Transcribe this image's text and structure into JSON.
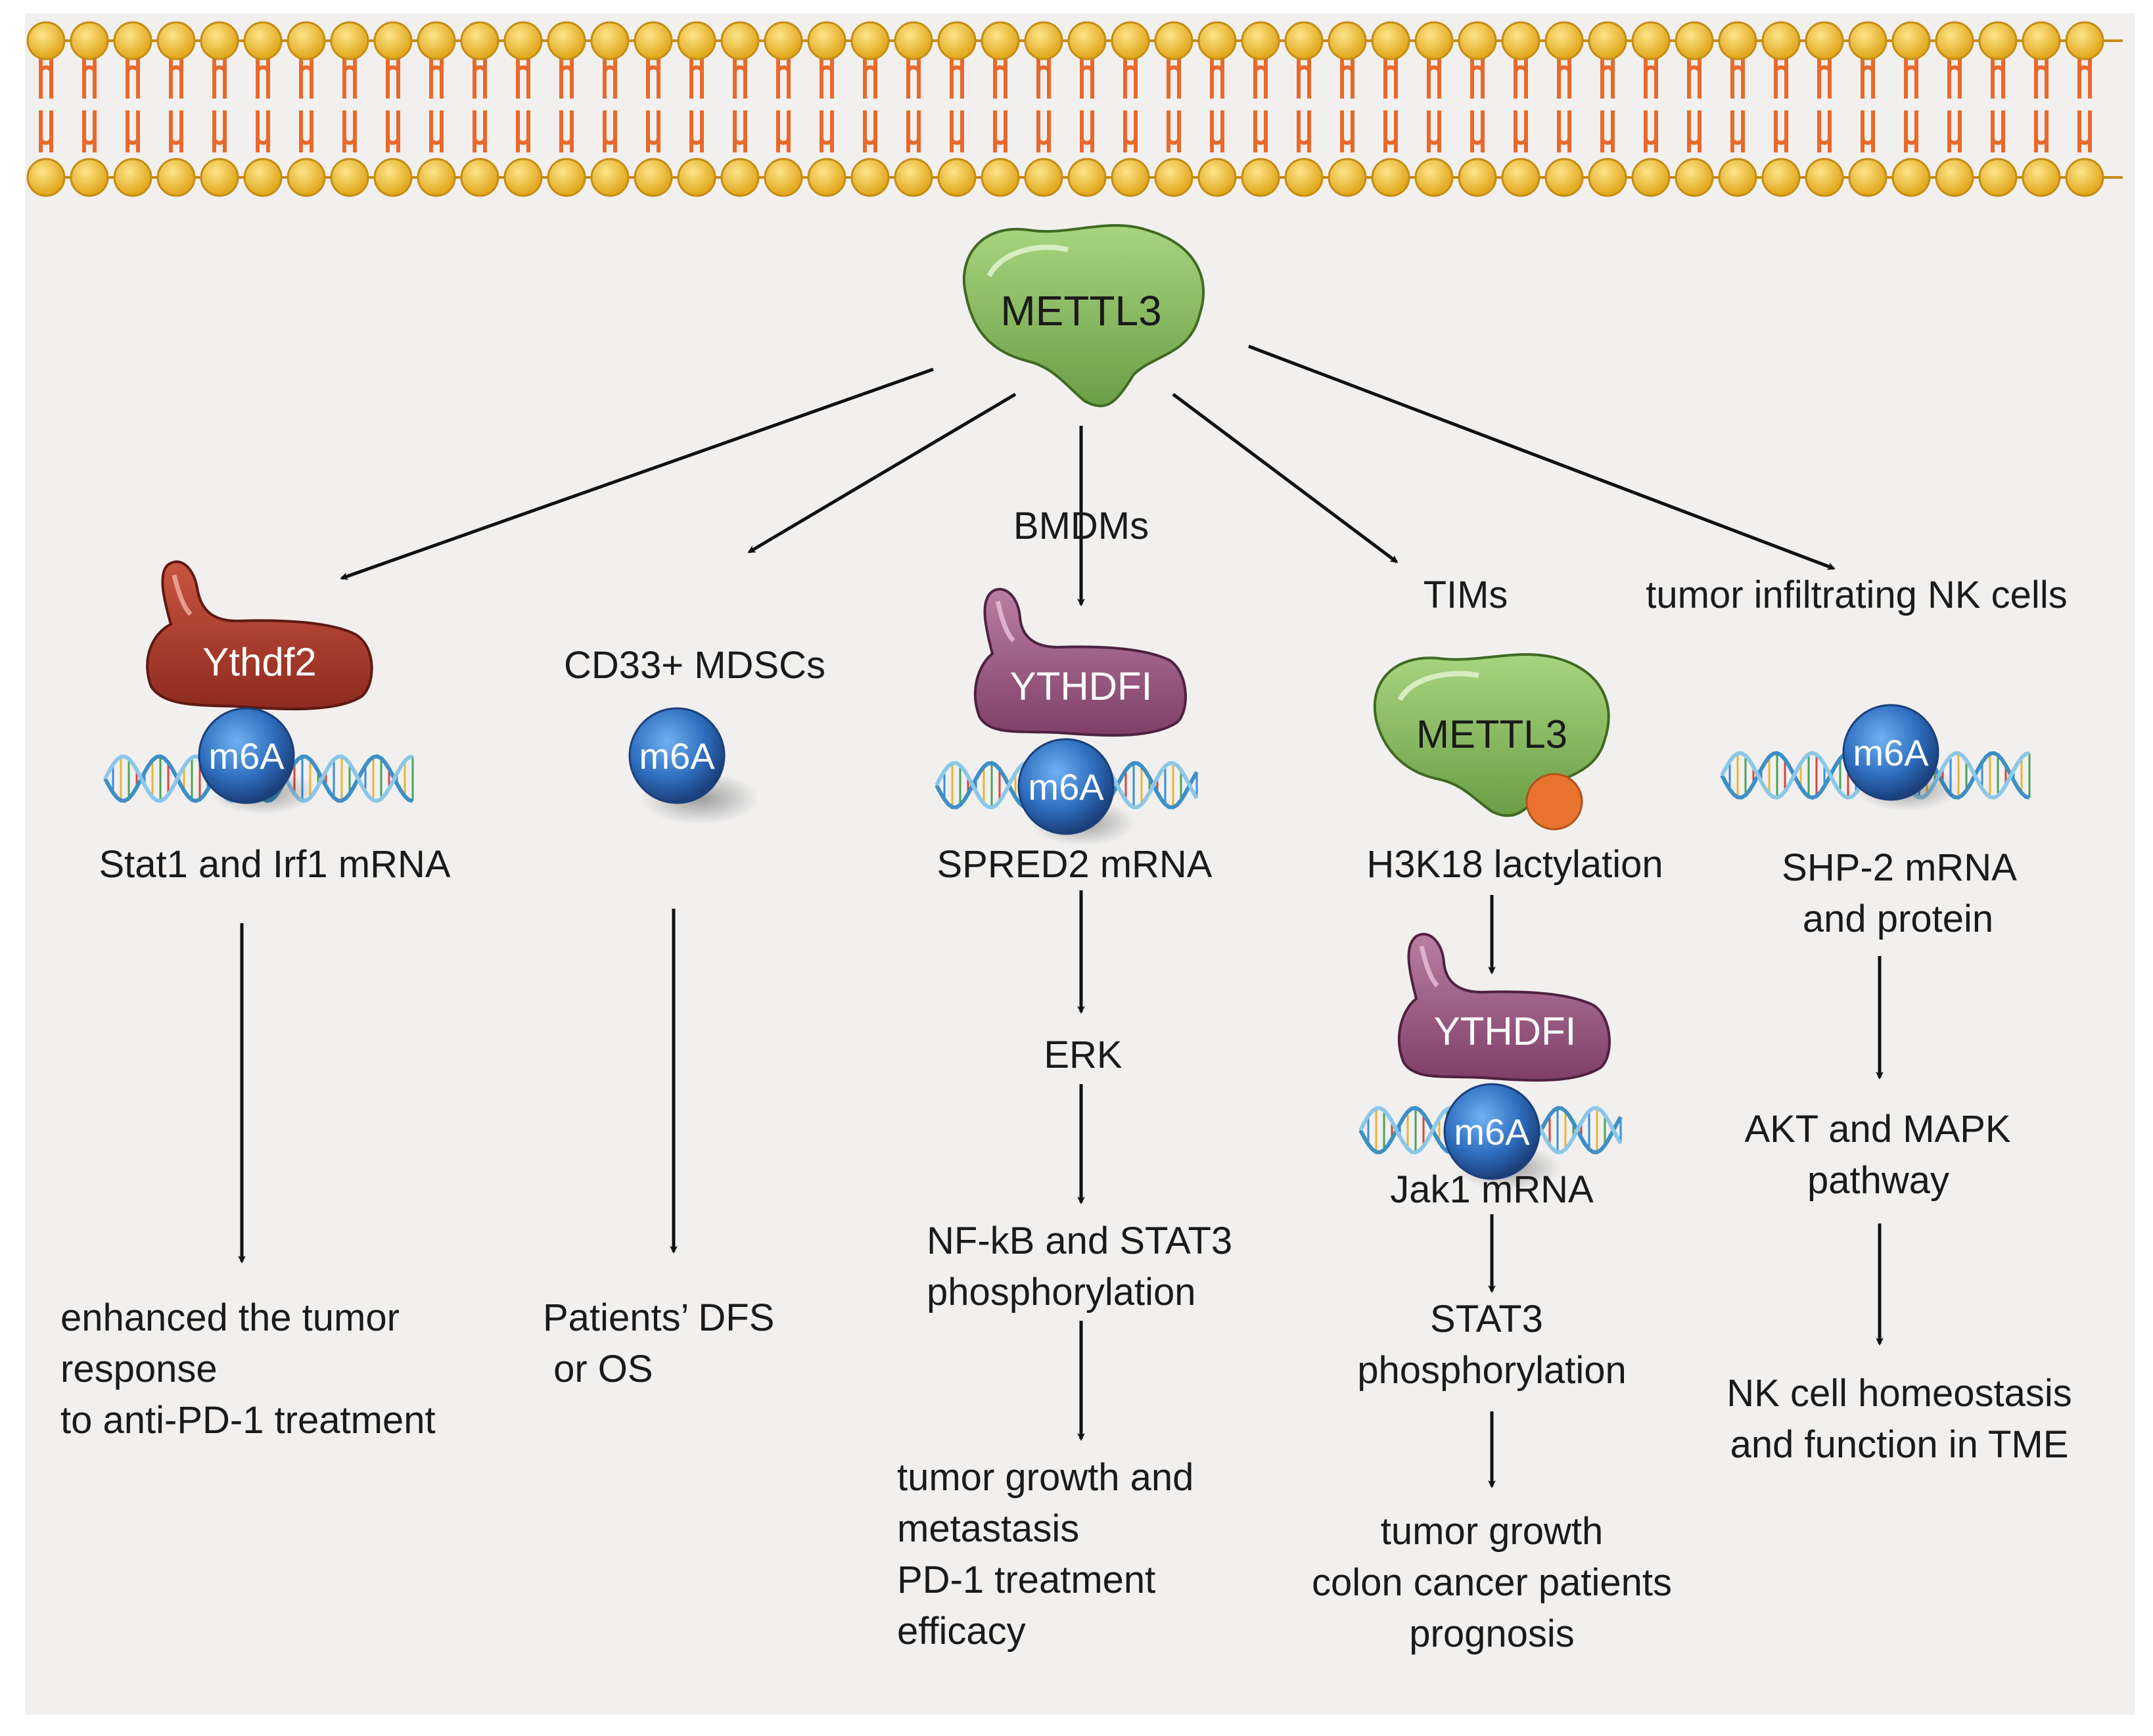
{
  "top": {
    "protein": "METTL3",
    "col2_context": "BMDMs"
  },
  "col1": {
    "protein": "Ythdf2",
    "mark": "m6A",
    "target": "Stat1 and Irf1 mRNA",
    "outcome_lines": [
      "enhanced the tumor",
      "response",
      "to anti-PD-1 treatment"
    ]
  },
  "col2": {
    "cell_type": "CD33+ MDSCs",
    "mark": "m6A",
    "outcome_lines": [
      "Patients’ DFS",
      " or OS"
    ]
  },
  "col3": {
    "protein": "YTHDFI",
    "mark": "m6A",
    "target": "SPRED2 mRNA",
    "step1": "ERK",
    "step2_lines": [
      "NF-kB and STAT3",
      "phosphorylation"
    ],
    "outcome_lines": [
      "tumor growth and",
      "metastasis",
      "PD-1 treatment",
      "efficacy"
    ]
  },
  "col4": {
    "cell_type": "TIMs",
    "protein": "METTL3",
    "modification": "H3K18 lactylation",
    "reader": "YTHDFI",
    "mark": "m6A",
    "target": "Jak1 mRNA",
    "step_lines": [
      "STAT3",
      "phosphorylation"
    ],
    "outcome_lines": [
      "tumor growth",
      "colon cancer patients",
      "prognosis"
    ]
  },
  "col5": {
    "cell_type": "tumor infiltrating NK cells",
    "mark": "m6A",
    "target_lines": [
      "SHP-2 mRNA",
      "and protein"
    ],
    "step_lines": [
      "AKT and MAPK",
      "pathway"
    ],
    "outcome_lines": [
      "NK cell homeostasis",
      "and function in TME"
    ]
  },
  "colors": {
    "background": "#f1f0ef",
    "membrane_head": "#f4c542",
    "membrane_tail": "#e8692b",
    "mettl3": "#8fbf61",
    "ythdf2": "#b0392b",
    "ythdfi": "#9c5a83",
    "m6a": "#2f6fc0",
    "lactyl_dot": "#e8732e"
  }
}
